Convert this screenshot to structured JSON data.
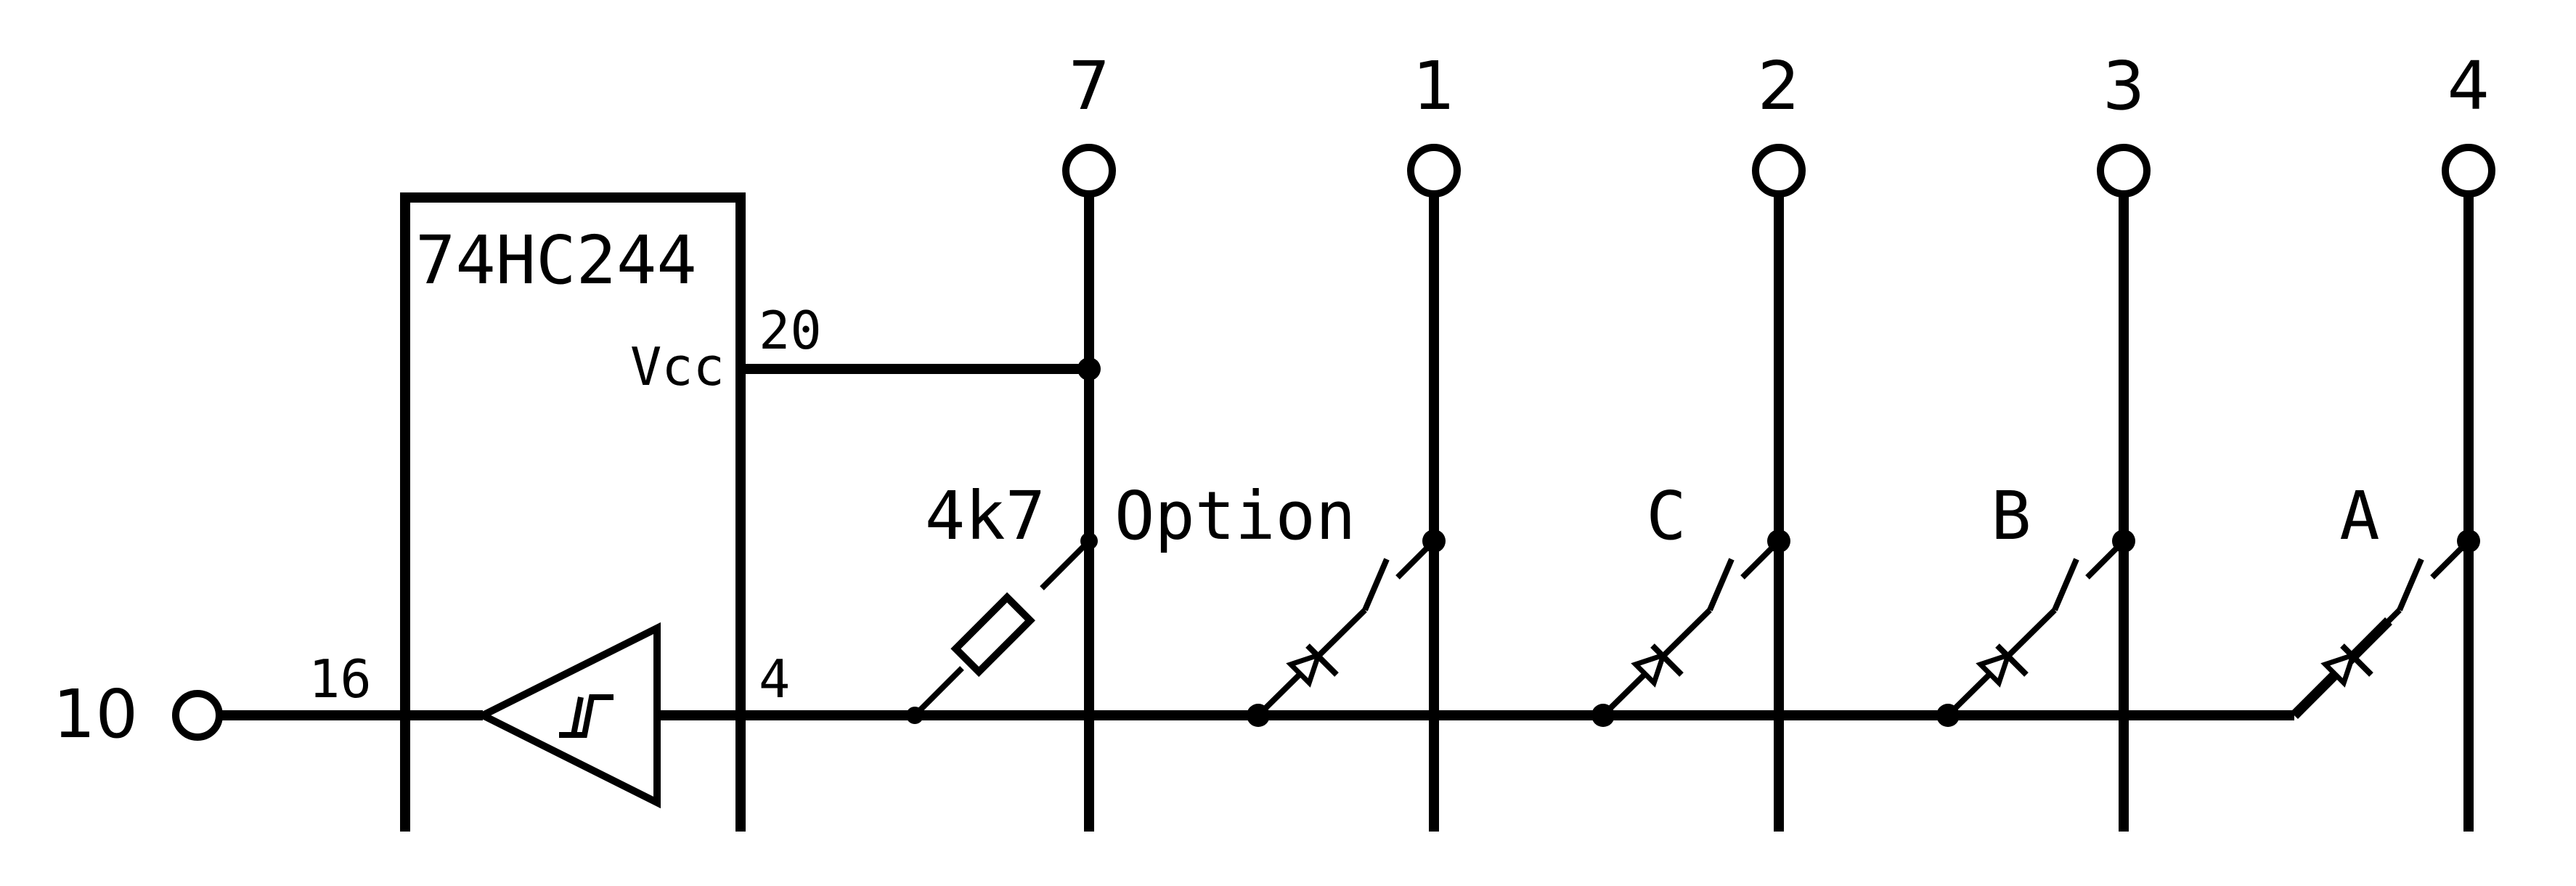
{
  "connectors": {
    "input": "10",
    "top": [
      "7",
      "1",
      "2",
      "3",
      "4"
    ]
  },
  "chip": {
    "name": "74HC244",
    "pin_in": "16",
    "pin_vcc_label": "Vcc",
    "pin_vcc": "20",
    "pin_out": "4"
  },
  "resistor": {
    "value": "4k7"
  },
  "switches": {
    "option": "Option",
    "c": "C",
    "b": "B",
    "a": "A"
  },
  "colors": {
    "ink": "#000000",
    "background": "#ffffff"
  }
}
